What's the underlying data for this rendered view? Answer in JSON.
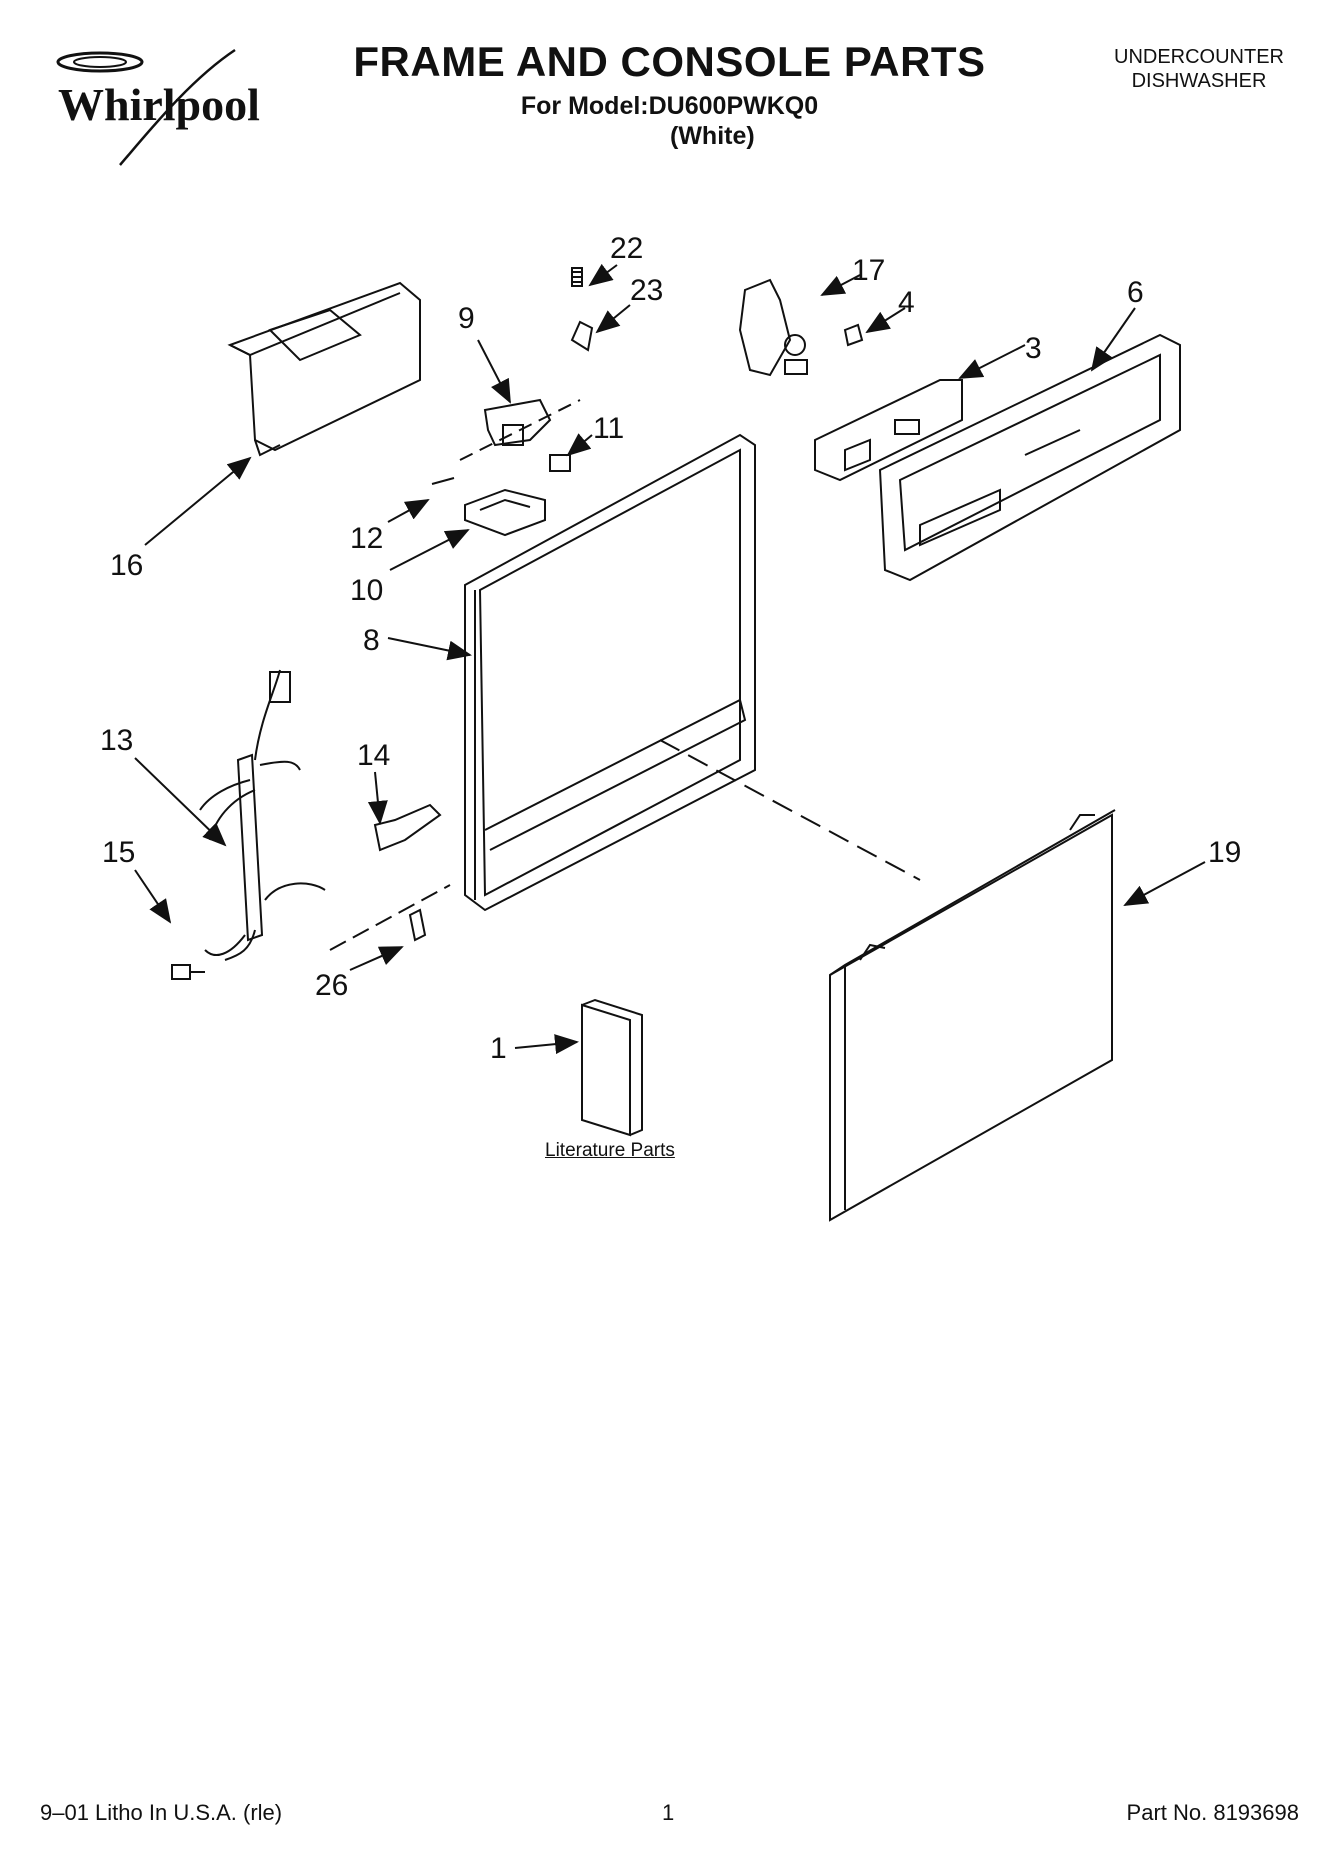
{
  "header": {
    "brand": "Whirlpool",
    "title": "FRAME AND CONSOLE PARTS",
    "model_line": "For Model:DU600PWKQ0",
    "variant": "(White)",
    "product_line1": "UNDERCOUNTER",
    "product_line2": "DISHWASHER"
  },
  "callouts": [
    {
      "id": "c22",
      "label": "22"
    },
    {
      "id": "c23",
      "label": "23"
    },
    {
      "id": "c9",
      "label": "9"
    },
    {
      "id": "c17",
      "label": "17"
    },
    {
      "id": "c4",
      "label": "4"
    },
    {
      "id": "c6",
      "label": "6"
    },
    {
      "id": "c3",
      "label": "3"
    },
    {
      "id": "c11",
      "label": "11"
    },
    {
      "id": "c12",
      "label": "12"
    },
    {
      "id": "c10",
      "label": "10"
    },
    {
      "id": "c16",
      "label": "16"
    },
    {
      "id": "c8",
      "label": "8"
    },
    {
      "id": "c13",
      "label": "13"
    },
    {
      "id": "c14",
      "label": "14"
    },
    {
      "id": "c15",
      "label": "15"
    },
    {
      "id": "c19",
      "label": "19"
    },
    {
      "id": "c26",
      "label": "26"
    },
    {
      "id": "c1",
      "label": "1"
    }
  ],
  "literature_label": "Literature Parts",
  "footer": {
    "left": "9–01 Litho In U.S.A. (rle)",
    "center": "1",
    "right": "Part No. 8193698"
  }
}
